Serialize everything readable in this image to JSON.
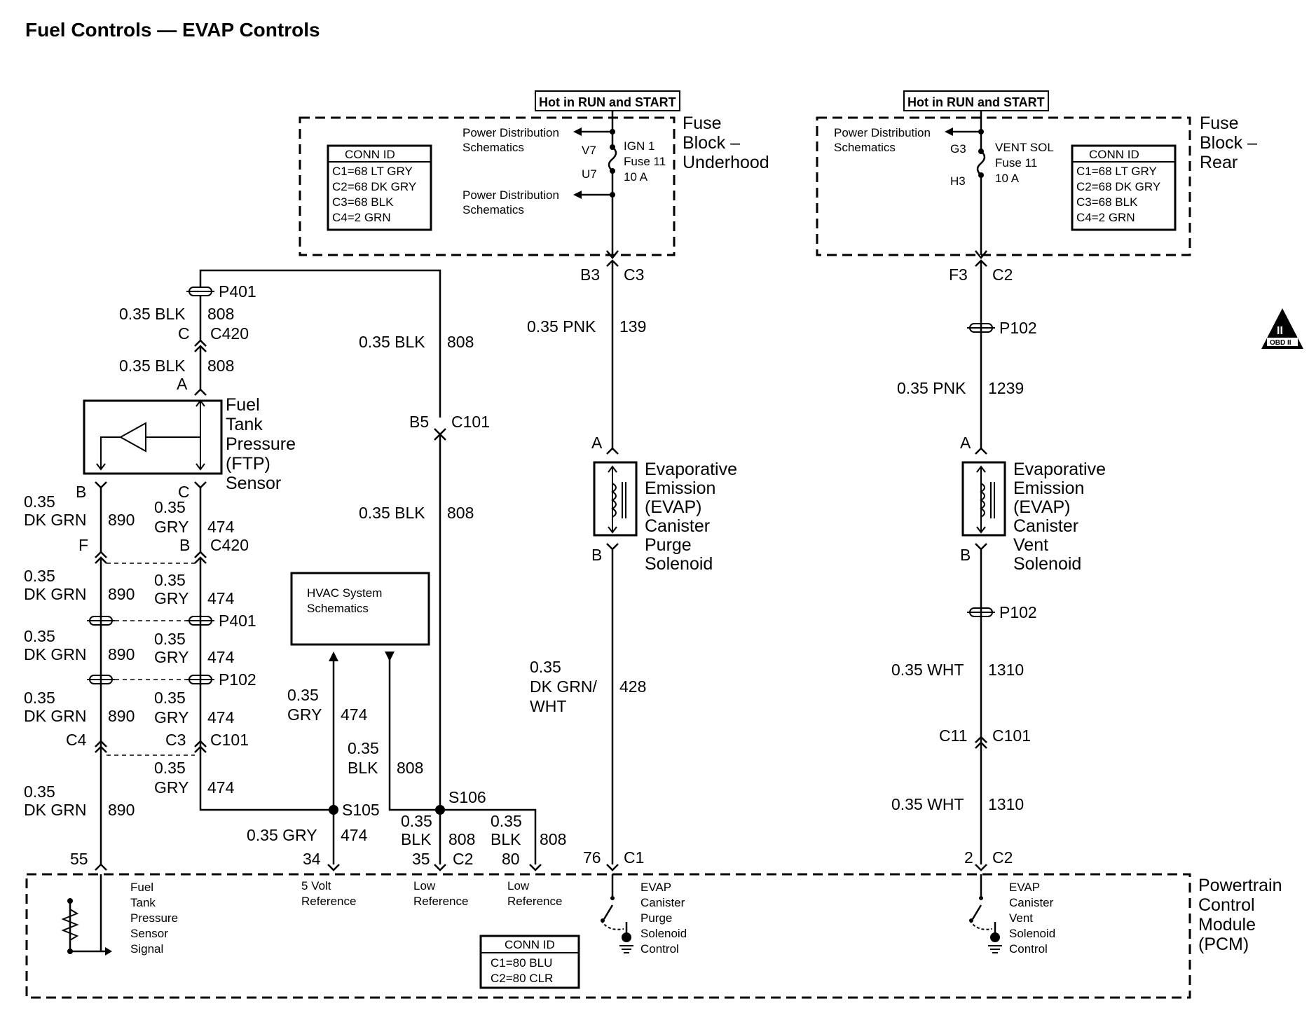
{
  "title": "Fuel Controls — EVAP Controls",
  "hot_label": "Hot in RUN and START",
  "fuse_block_underhood": {
    "name_lines": [
      "Fuse",
      "Block –",
      "Underhood"
    ],
    "conn_id_title": "CONN ID",
    "conn_ids": [
      "C1=68 LT GRY",
      "C2=68 DK GRY",
      "C3=68 BLK",
      "C4=2 GRN"
    ],
    "power_dist_lines": [
      "Power Distribution",
      "Schematics"
    ],
    "fuse_lines": [
      "IGN 1",
      "Fuse 11",
      "10 A"
    ],
    "pin_top": "V7",
    "pin_bottom": "U7",
    "out_pin": "B3",
    "out_conn": "C3"
  },
  "fuse_block_rear": {
    "name_lines": [
      "Fuse",
      "Block –",
      "Rear"
    ],
    "conn_id_title": "CONN ID",
    "conn_ids": [
      "C1=68 LT GRY",
      "C2=68 DK GRY",
      "C3=68 BLK",
      "C4=2 GRN"
    ],
    "power_dist_lines": [
      "Power Distribution",
      "Schematics"
    ],
    "fuse_lines": [
      "VENT SOL",
      "Fuse 11",
      "10 A"
    ],
    "pin_top": "G3",
    "pin_bottom": "H3",
    "out_pin": "F3",
    "out_conn": "C2"
  },
  "obd_badge": {
    "main": "II",
    "sub": "OBD II"
  },
  "ftp_sensor": {
    "name_lines": [
      "Fuel",
      "Tank",
      "Pressure",
      "(FTP)",
      "Sensor"
    ],
    "pin_top": "A",
    "pin_b": "B",
    "pin_c": "C"
  },
  "wires": {
    "blk_808": "0.35 BLK",
    "blk_circuit": "808",
    "pnk_139": "0.35 PNK",
    "pnk_139_circuit": "139",
    "pnk_1239": "0.35 PNK",
    "pnk_1239_circuit": "1239",
    "dkgrn_size": "0.35",
    "dkgrn_color": "DK GRN",
    "dkgrn_circuit": "890",
    "gry_size": "0.35",
    "gry_color": "GRY",
    "gry_circuit": "474",
    "gry_full": "0.35 GRY",
    "blk_color": "BLK",
    "purge_size": "0.35",
    "purge_color_1": "DK GRN/",
    "purge_color_2": "WHT",
    "purge_circuit": "428",
    "wht": "0.35 WHT",
    "wht_circuit": "1310"
  },
  "connectors": {
    "p401": "P401",
    "p102": "P102",
    "c420": "C420",
    "c101": "C101",
    "c420_pin_c": "C",
    "c420_pin_b": "B",
    "c420_pin_f": "F",
    "c101_b5": "B5",
    "c101_c4": "C4",
    "c101_c3": "C3",
    "c101_c11": "C11",
    "s105": "S105",
    "s106": "S106"
  },
  "hvac": {
    "lines": [
      "HVAC System",
      "Schematics"
    ]
  },
  "purge_solenoid": {
    "name_lines": [
      "Evaporative",
      "Emission",
      "(EVAP)",
      "Canister",
      "Purge",
      "Solenoid"
    ],
    "pin_a": "A",
    "pin_b": "B"
  },
  "vent_solenoid": {
    "name_lines": [
      "Evaporative",
      "Emission",
      "(EVAP)",
      "Canister",
      "Vent",
      "Solenoid"
    ],
    "pin_a": "A",
    "pin_b": "B"
  },
  "pcm": {
    "name_lines": [
      "Powertrain",
      "Control",
      "Module",
      "(PCM)"
    ],
    "pins": {
      "p55": "55",
      "p34": "34",
      "p35": "35",
      "p80": "80",
      "p76": "76",
      "p2": "2"
    },
    "conns": {
      "c1": "C1",
      "c2": "C2"
    },
    "ftp_signal_lines": [
      "Fuel",
      "Tank",
      "Pressure",
      "Sensor",
      "Signal"
    ],
    "five_volt_lines": [
      "5 Volt",
      "Reference"
    ],
    "low_ref_lines": [
      "Low",
      "Reference"
    ],
    "purge_ctrl_lines": [
      "EVAP",
      "Canister",
      "Purge",
      "Solenoid",
      "Control"
    ],
    "vent_ctrl_lines": [
      "EVAP",
      "Canister",
      "Vent",
      "Solenoid",
      "Control"
    ],
    "conn_id_title": "CONN ID",
    "conn_ids": [
      "C1=80 BLU",
      "C2=80 CLR"
    ]
  }
}
